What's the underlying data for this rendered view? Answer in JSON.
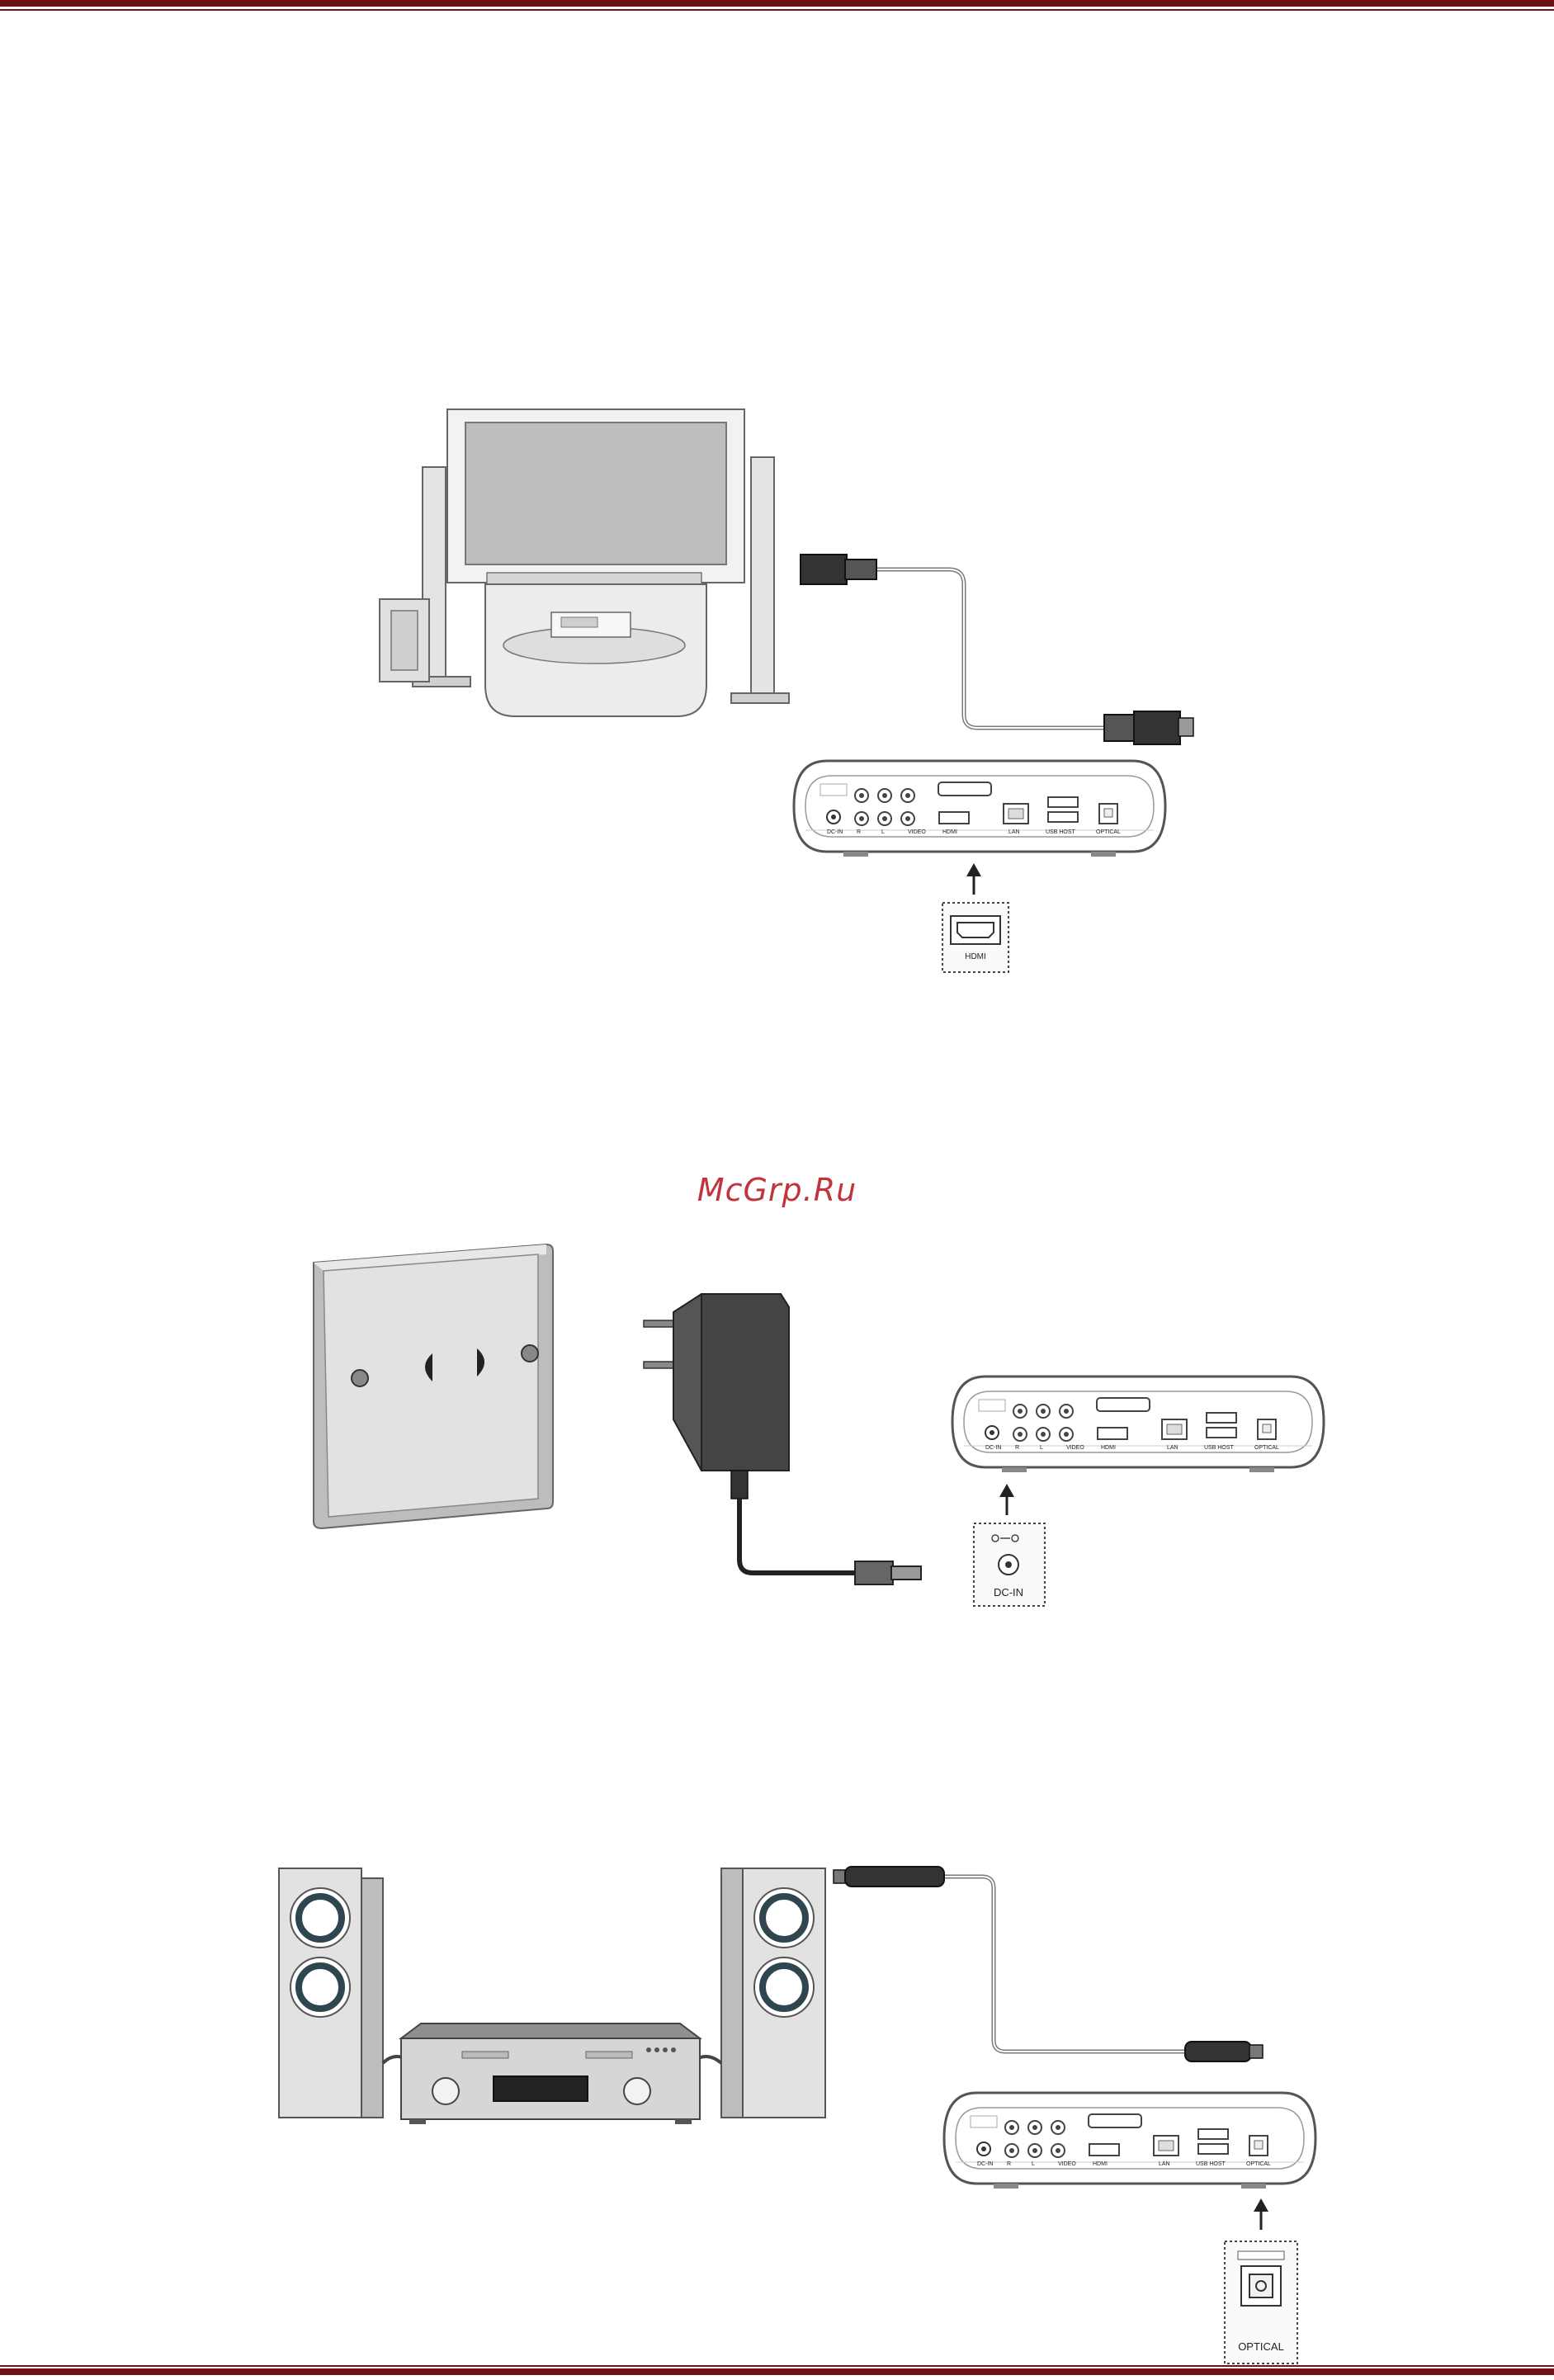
{
  "watermark": {
    "text": "McGrp.Ru",
    "color": "#c0343b"
  },
  "accent_color": "#6e1217",
  "panel_labels": {
    "dc_in": "DC-IN",
    "r": "R",
    "l": "L",
    "video": "VIDEO",
    "hdmi": "HDMI",
    "lan": "LAN",
    "usb_host": "USB HOST",
    "optical": "OPTICAL"
  },
  "connections": [
    {
      "name": "hdmi",
      "callout": "HDMI",
      "cable": "hdmi-cable"
    },
    {
      "name": "power",
      "callout": "DC-IN",
      "cable": "power-adapter"
    },
    {
      "name": "optical",
      "callout": "OPTICAL",
      "cable": "optical-cable"
    }
  ]
}
